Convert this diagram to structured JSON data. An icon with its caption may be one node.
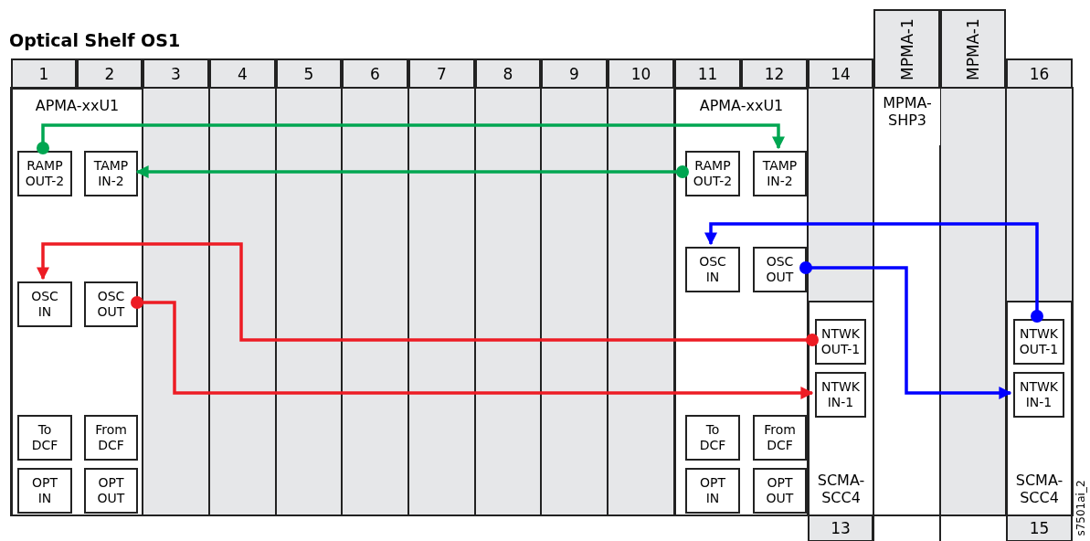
{
  "diagram": {
    "title": "Optical Shelf OS1",
    "nodes": [
      {
        "text": [
          "APMA-xxU1"
        ]
      },
      {
        "text": [
          "RAMP OUT-2"
        ],
        "in": 0
      },
      {
        "text": [
          "TAMP IN-2"
        ],
        "in": 0
      },
      {
        "text": [
          "OSC IN"
        ],
        "in": 0
      },
      {
        "text": [
          "OSC OUT"
        ],
        "in": 0
      },
      {
        "text": [
          "To DCF"
        ],
        "in": 0
      },
      {
        "text": [
          "From DCF"
        ],
        "in": 0
      },
      {
        "text": [
          "OPT IN"
        ],
        "in": 0
      },
      {
        "text": [
          "OPT OUT"
        ],
        "in": 0
      },
      {
        "text": [
          "APMA-xxU1"
        ]
      },
      {
        "text": [
          "RAMP OUT-2"
        ],
        "in": 9
      },
      {
        "text": [
          "TAMP IN-2"
        ],
        "in": 9
      },
      {
        "text": [
          "OSC IN"
        ],
        "in": 9
      },
      {
        "text": [
          "OSC OUT"
        ],
        "in": 9
      },
      {
        "text": [
          "To DCF"
        ],
        "in": 9
      },
      {
        "text": [
          "From DCF"
        ],
        "in": 9
      },
      {
        "text": [
          "OPT IN"
        ],
        "in": 9
      },
      {
        "text": [
          "OPT OUT"
        ],
        "in": 9
      },
      {
        "text": [
          "SCMA-SCC4"
        ]
      },
      {
        "text": [
          "NTWK OUT-1"
        ],
        "in": 18
      },
      {
        "text": [
          "NTWK IN-1"
        ],
        "in": 18
      },
      {
        "text": [
          "MPMA-SHP3"
        ]
      },
      {
        "text": [
          "SCMA-SCC4"
        ]
      },
      {
        "text": [
          "NTWK OUT-1"
        ],
        "in": 22
      },
      {
        "text": [
          "NTWK IN-1"
        ],
        "in": 22
      }
    ],
    "edges": [
      {
        "from": 1,
        "to": 11,
        "arrow": "to",
        "color": "#00a651"
      },
      {
        "from": 10,
        "to": 2,
        "arrow": "to",
        "color": "#00a651"
      },
      {
        "from": 19,
        "to": 3,
        "arrow": "to",
        "color": "#ed1c24"
      },
      {
        "from": 4,
        "to": 20,
        "arrow": "to",
        "color": "#ed1c24"
      },
      {
        "from": 23,
        "to": 12,
        "arrow": "to",
        "color": "#0000ff"
      },
      {
        "from": 13,
        "to": 24,
        "arrow": "to",
        "color": "#0000ff"
      }
    ],
    "labels": [
      "1",
      "2",
      "3",
      "4",
      "5",
      "6",
      "7",
      "8",
      "9",
      "10",
      "11",
      "12",
      "14",
      "MPMA-1",
      "MPMA-1",
      "16",
      "13",
      "15",
      "s7501ai_2"
    ]
  }
}
